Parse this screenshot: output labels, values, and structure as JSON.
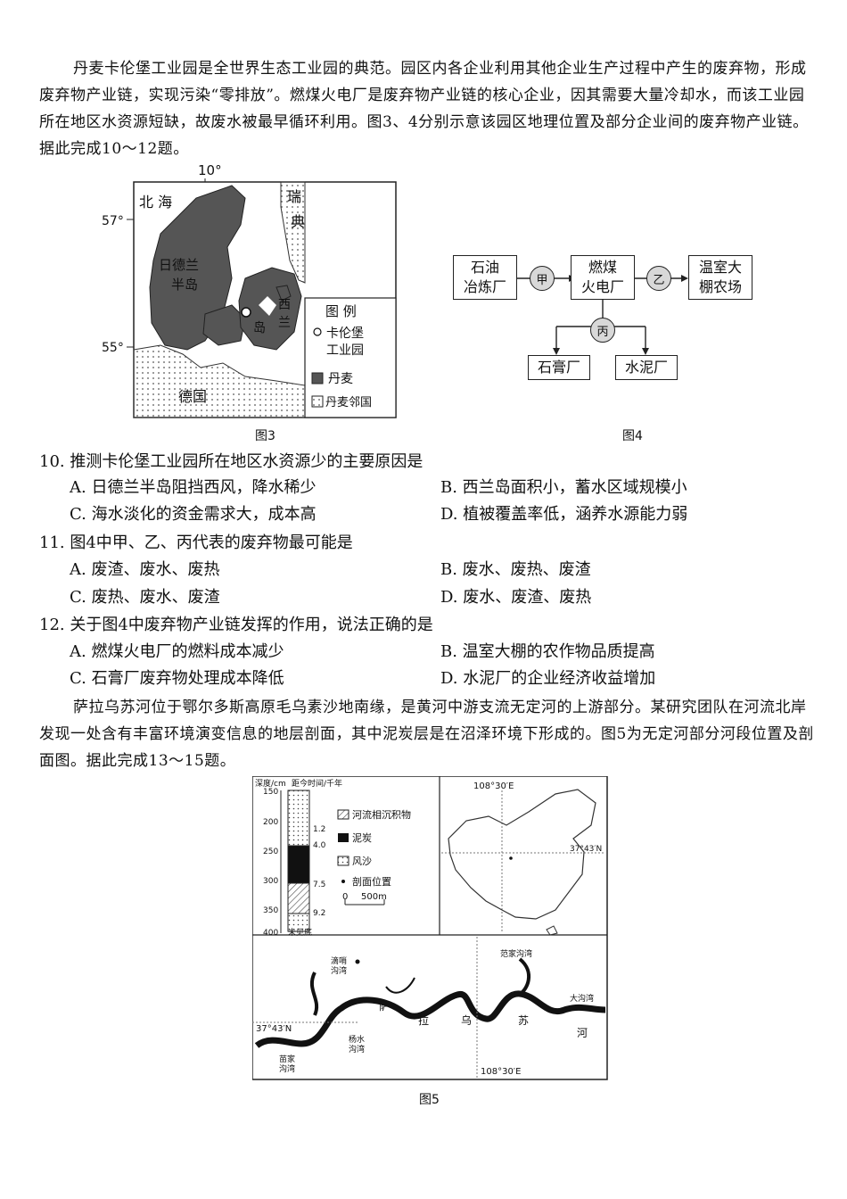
{
  "intro1": "丹麦卡伦堡工业园是全世界生态工业园的典范。园区内各企业利用其他企业生产过程中产生的废弃物，形成废弃物产业链，实现污染“零排放”。燃煤火电厂是废弃物产业链的核心企业，因其需要大量冷却水，而该工业园所在地区水资源短缺，故废水被最早循环利用。图3、4分别示意该园区地理位置及部分企业间的废弃物产业链。据此完成10～12题。",
  "fig3": {
    "caption": "图3",
    "lon": "10°",
    "lat57": "57°",
    "lat55": "55°",
    "north_sea": "北 海",
    "sweden": "瑞 典",
    "jutland": "日德兰 半岛",
    "zealand1": "西",
    "zealand2": "兰",
    "zealand3": "岛",
    "germany": "德国",
    "legend_title": "图 例",
    "legend_park": "卡伦堡 工业园",
    "legend_dk": "丹麦",
    "legend_nb": "丹麦邻国"
  },
  "fig4": {
    "caption": "图4",
    "refinery": "石油 冶炼厂",
    "power": "燃煤 火电厂",
    "farm": "温室大 棚农场",
    "gypsum": "石膏厂",
    "cement": "水泥厂",
    "jia": "甲",
    "yi": "乙",
    "bing": "丙"
  },
  "q10": {
    "stem": "10. 推测卡伦堡工业园所在地区水资源少的主要原因是",
    "A": "A. 日德兰半岛阻挡西风，降水稀少",
    "B": "B. 西兰岛面积小，蓄水区域规模小",
    "C": "C. 海水淡化的资金需求大，成本高",
    "D": "D. 植被覆盖率低，涵养水源能力弱"
  },
  "q11": {
    "stem": "11. 图4中甲、乙、丙代表的废弃物最可能是",
    "A": "A. 废渣、废水、废热",
    "B": "B. 废水、废热、废渣",
    "C": "C. 废热、废水、废渣",
    "D": "D. 废水、废渣、废热"
  },
  "q12": {
    "stem": "12. 关于图4中废弃物产业链发挥的作用，说法正确的是",
    "A": "A. 燃煤火电厂的燃料成本减少",
    "B": "B. 温室大棚的农作物品质提高",
    "C": "C. 石膏厂废弃物处理成本降低",
    "D": "D. 水泥厂的企业经济收益增加"
  },
  "intro2": "萨拉乌苏河位于鄂尔多斯高原毛乌素沙地南缘，是黄河中游支流无定河的上游部分。某研究团队在河流北岸发现一处含有丰富环境演变信息的地层剖面，其中泥炭层是在沼泽环境下形成的。图5为无定河部分河段位置及剖面图。据此完成13～15题。",
  "fig5": {
    "caption": "图5",
    "depth_label": "深度/cm",
    "time_label": "距今时间/千年",
    "depths": [
      "150",
      "200",
      "250",
      "300",
      "350",
      "400"
    ],
    "ages": [
      "1.2",
      "4.0",
      "7.5",
      "9.2"
    ],
    "bottom": "未见底",
    "legend_river": "河流相沉积物",
    "legend_peat": "泥炭",
    "legend_sand": "风沙",
    "legend_site": "剖面位置",
    "scale": "500m",
    "scale0": "0",
    "lon_label": "108°30′E",
    "lat_label": "37°43′N",
    "river1": "萨",
    "river2": "拉",
    "river3": "乌",
    "river4": "苏",
    "river5": "河",
    "p1": "滴哨 沟湾",
    "p2": "范家沟湾",
    "p3": "大沟湾",
    "p4": "杨水 沟湾",
    "p5": "苗家 沟湾"
  }
}
